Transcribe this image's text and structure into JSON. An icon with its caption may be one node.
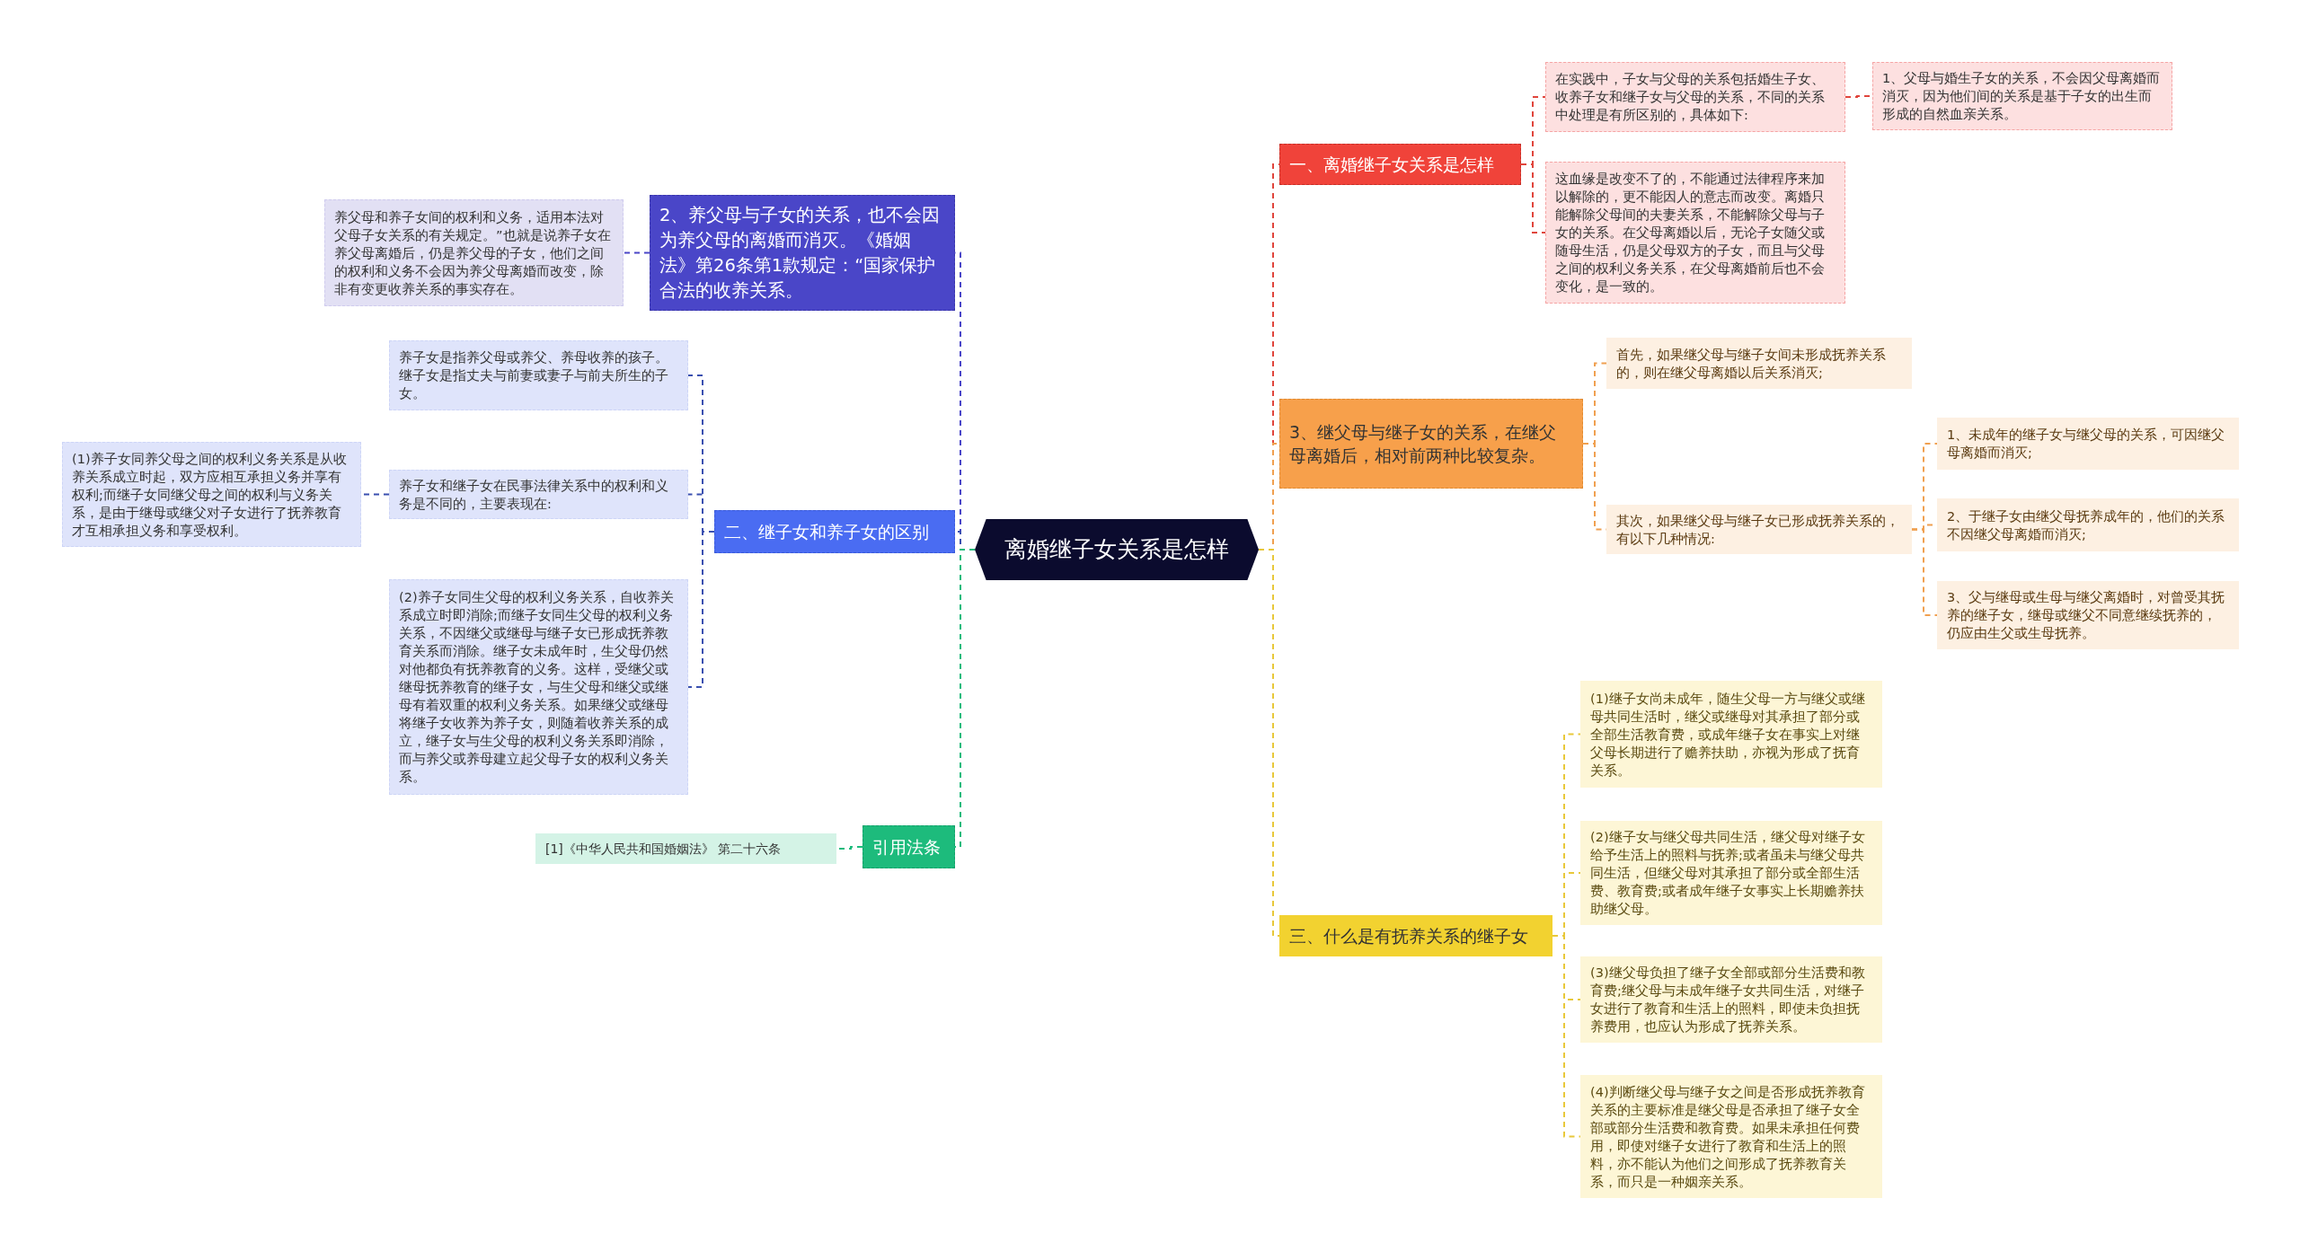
{
  "diagram": {
    "nodes": [
      {
        "text": [
          "离婚继子女关系是怎样"
        ]
      },
      {
        "text": [
          "一、离婚继子女关系是怎样"
        ]
      },
      {
        "text": [
          "在实践中，子女与父母的关系包括婚生子女、收养子女和继子女与父母的关系，不同的关系中处理是有所区别的，具体如下:"
        ]
      },
      {
        "text": [
          "1、父母与婚生子女的关系，不会因父母离婚而消灭，因为他们间的关系是基于子女的出生而形成的自然血亲关系。"
        ]
      },
      {
        "text": [
          "这血缘是改变不了的，不能通过法律程序来加以解除的，更不能因人的意志而改变。离婚只能解除父母间的夫妻关系，不能解除父母与子女的关系。在父母离婚以后，无论子女随父或随母生活，仍是父母双方的子女，而且与父母之间的权利义务关系，在父母离婚前后也不会变化，是一致的。"
        ]
      },
      {
        "text": [
          "3、继父母与继子女的关系，在继父母离婚后，相对前两种比较复杂。"
        ]
      },
      {
        "text": [
          "首先，如果继父母与继子女间未形成抚养关系的，则在继父母离婚以后关系消灭;"
        ]
      },
      {
        "text": [
          "其次，如果继父母与继子女已形成抚养关系的，有以下几种情况:"
        ]
      },
      {
        "text": [
          "1、未成年的继子女与继父母的关系，可因继父母离婚而消灭;"
        ]
      },
      {
        "text": [
          "2、于继子女由继父母抚养成年的，他们的关系不因继父母离婚而消灭;"
        ]
      },
      {
        "text": [
          "3、父与继母或生母与继父离婚时，对曾受其抚养的继子女，继母或继父不同意继续抚养的，仍应由生父或生母抚养。"
        ]
      },
      {
        "text": [
          "三、什么是有抚养关系的继子女"
        ]
      },
      {
        "text": [
          "(1)继子女尚未成年，随生父母一方与继父或继母共同生活时，继父或继母对其承担了部分或全部生活教育费，或成年继子女在事实上对继父母长期进行了赡养扶助，亦视为形成了抚育关系。"
        ]
      },
      {
        "text": [
          "(2)继子女与继父母共同生活，继父母对继子女给予生活上的照料与抚养;或者虽未与继父母共同生活，但继父母对其承担了部分或全部生活费、教育费;或者成年继子女事实上长期赡养扶助继父母。"
        ]
      },
      {
        "text": [
          "(3)继父母负担了继子女全部或部分生活费和教育费;继父母与未成年继子女共同生活，对继子女进行了教育和生活上的照料，即使未负担抚养费用，也应认为形成了抚养关系。"
        ]
      },
      {
        "text": [
          "(4)判断继父母与继子女之间是否形成抚养教育关系的主要标准是继父母是否承担了继子女全部或部分生活费和教育费。如果未承担任何费用，即使对继子女进行了教育和生活上的照料，亦不能认为他们之间形成了抚养教育关系，而只是一种姻亲关系。"
        ]
      },
      {
        "text": [
          "2、养父母与子女的关系，也不会因为养父母的离婚而消灭。《婚姻法》第26条第1款规定：“国家保护合法的收养关系。"
        ]
      },
      {
        "text": [
          "养父母和养子女间的权利和义务，适用本法对父母子女关系的有关规定。”也就是说养子女在养父母离婚后，仍是养父母的子女，他们之间的权利和义务不会因为养父母离婚而改变，除非有变更收养关系的事实存在。"
        ]
      },
      {
        "text": [
          "二、继子女和养子女的区别"
        ]
      },
      {
        "text": [
          "养子女是指养父母或养父、养母收养的孩子。继子女是指丈夫与前妻或妻子与前夫所生的子女。"
        ]
      },
      {
        "text": [
          "养子女和继子女在民事法律关系中的权利和义务是不同的，主要表现在:"
        ]
      },
      {
        "text": [
          "(1)养子女同养父母之间的权利义务关系是从收养关系成立时起，双方应相互承担义务并享有权利;而继子女同继父母之间的权利与义务关系，是由于继母或继父对子女进行了抚养教育才互相承担义务和享受权利。"
        ]
      },
      {
        "text": [
          "(2)养子女同生父母的权利义务关系，自收养关系成立时即消除;而继子女同生父母的权利义务关系，不因继父或继母与继子女已形成抚养教育关系而消除。继子女未成年时，生父母仍然对他都负有抚养教育的义务。这样，受继父或继母抚养教育的继子女，与生父母和继父或继母有着双重的权利义务关系。如果继父或继母将继子女收养为养子女，则随着收养关系的成立，继子女与生父母的权利义务关系即消除，而与养父或养母建立起父母子女的权利义务关系。"
        ]
      },
      {
        "text": [
          "引用法条"
        ]
      },
      {
        "text": [
          "[1]《中华人民共和国婚姻法》 第二十六条"
        ]
      }
    ],
    "edges": [
      {
        "from": 0,
        "to": 1,
        "arrow": "none",
        "style": "dashed",
        "color": "#e0453c"
      },
      {
        "from": 1,
        "to": 2,
        "arrow": "none",
        "style": "dashed",
        "color": "#e0453c"
      },
      {
        "from": 2,
        "to": 3,
        "arrow": "none",
        "style": "dashed",
        "color": "#e0453c"
      },
      {
        "from": 1,
        "to": 4,
        "arrow": "none",
        "style": "dashed",
        "color": "#e0453c"
      },
      {
        "from": 0,
        "to": 5,
        "arrow": "none",
        "style": "dashed",
        "color": "#f0a050"
      },
      {
        "from": 5,
        "to": 6,
        "arrow": "none",
        "style": "dashed",
        "color": "#f0a050"
      },
      {
        "from": 5,
        "to": 7,
        "arrow": "none",
        "style": "dashed",
        "color": "#f0a050"
      },
      {
        "from": 7,
        "to": 8,
        "arrow": "none",
        "style": "dashed",
        "color": "#f0a050"
      },
      {
        "from": 7,
        "to": 9,
        "arrow": "none",
        "style": "dashed",
        "color": "#f0a050"
      },
      {
        "from": 7,
        "to": 10,
        "arrow": "none",
        "style": "dashed",
        "color": "#f0a050"
      },
      {
        "from": 0,
        "to": 11,
        "arrow": "none",
        "style": "dashed",
        "color": "#e8c83a"
      },
      {
        "from": 11,
        "to": 12,
        "arrow": "none",
        "style": "dashed",
        "color": "#e8c83a"
      },
      {
        "from": 11,
        "to": 13,
        "arrow": "none",
        "style": "dashed",
        "color": "#e8c83a"
      },
      {
        "from": 11,
        "to": 14,
        "arrow": "none",
        "style": "dashed",
        "color": "#e8c83a"
      },
      {
        "from": 11,
        "to": 15,
        "arrow": "none",
        "style": "dashed",
        "color": "#e8c83a"
      },
      {
        "from": 0,
        "to": 16,
        "arrow": "none",
        "style": "dashed",
        "color": "#4a46c8"
      },
      {
        "from": 16,
        "to": 17,
        "arrow": "none",
        "style": "dashed",
        "color": "#4a46c8"
      },
      {
        "from": 0,
        "to": 18,
        "arrow": "none",
        "style": "dashed",
        "color": "#3a50b0"
      },
      {
        "from": 18,
        "to": 19,
        "arrow": "none",
        "style": "dashed",
        "color": "#3a50b0"
      },
      {
        "from": 18,
        "to": 20,
        "arrow": "none",
        "style": "dashed",
        "color": "#3a50b0"
      },
      {
        "from": 20,
        "to": 21,
        "arrow": "none",
        "style": "dashed",
        "color": "#3a50b0"
      },
      {
        "from": 18,
        "to": 22,
        "arrow": "none",
        "style": "dashed",
        "color": "#3a50b0"
      },
      {
        "from": 0,
        "to": 23,
        "arrow": "none",
        "style": "dashed",
        "color": "#1dbb7c"
      },
      {
        "from": 23,
        "to": 24,
        "arrow": "none",
        "style": "dashed",
        "color": "#1dbb7c"
      }
    ]
  }
}
